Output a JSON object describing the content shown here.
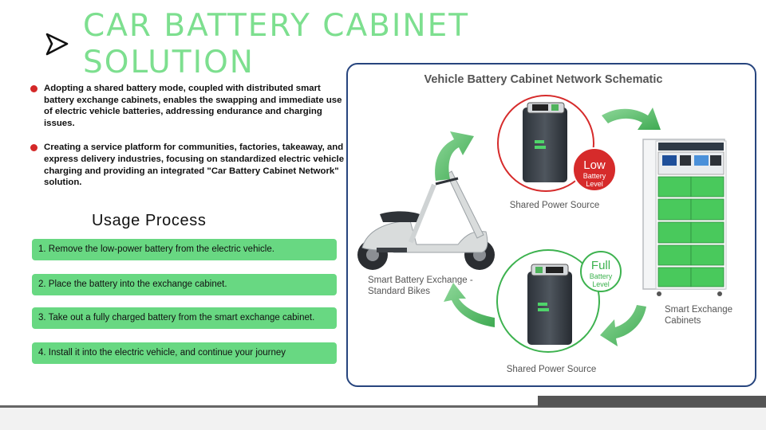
{
  "title": {
    "line1": "CAR BATTERY CABINET",
    "line2": "SOLUTION"
  },
  "bullets": [
    {
      "text": "Adopting a shared battery mode, coupled with distributed smart battery exchange cabinets, enables the swapping and immediate use of electric vehicle batteries, addressing endurance and charging issues."
    },
    {
      "text": "Creating a service platform for communities, factories, takeaway, and express delivery industries, focusing on standardized electric vehicle charging and providing an integrated \"Car Battery Cabinet Network\" solution."
    }
  ],
  "usage": {
    "title": "Usage Process",
    "steps": [
      "1. Remove the low-power battery from the electric vehicle.",
      "2. Place the battery into the exchange cabinet.",
      "3. Take out a fully charged battery from the smart exchange cabinet.",
      "4. Install it into the electric vehicle, and continue your journey"
    ]
  },
  "schematic": {
    "title": "Vehicle Battery Cabinet Network Schematic",
    "top_battery_label": "Shared Power Source",
    "bottom_battery_label": "Shared Power Source",
    "low_badge": {
      "big": "Low",
      "line1": "Battery",
      "line2": "Level"
    },
    "full_badge": {
      "big": "Full",
      "line1": "Battery",
      "line2": "Level"
    },
    "bike_label_1": "Smart Battery Exchange -",
    "bike_label_2": "Standard Bikes",
    "cabinet_label_1": "Smart Exchange",
    "cabinet_label_2": "Cabinets"
  },
  "colors": {
    "title_green": "#7ddf8f",
    "step_green": "#68d882",
    "bullet_red": "#d42828",
    "low_red": "#d62b2b",
    "full_green": "#3db24f",
    "frame_blue": "#27457e",
    "cycle_arrow_green": "#52b862"
  },
  "icons": [
    "play-arrow-icon",
    "scooter-icon",
    "battery-icon",
    "cabinet-icon",
    "cycle-arrow-icon"
  ]
}
